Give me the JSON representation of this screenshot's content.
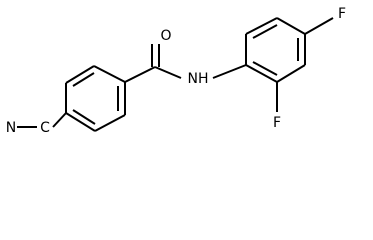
{
  "atoms": {
    "n_nitrile": "N",
    "c_nitrile": "C",
    "o_carbonyl": "O",
    "nh_amide": "NH",
    "f_para": "F",
    "f_ortho": "F"
  }
}
